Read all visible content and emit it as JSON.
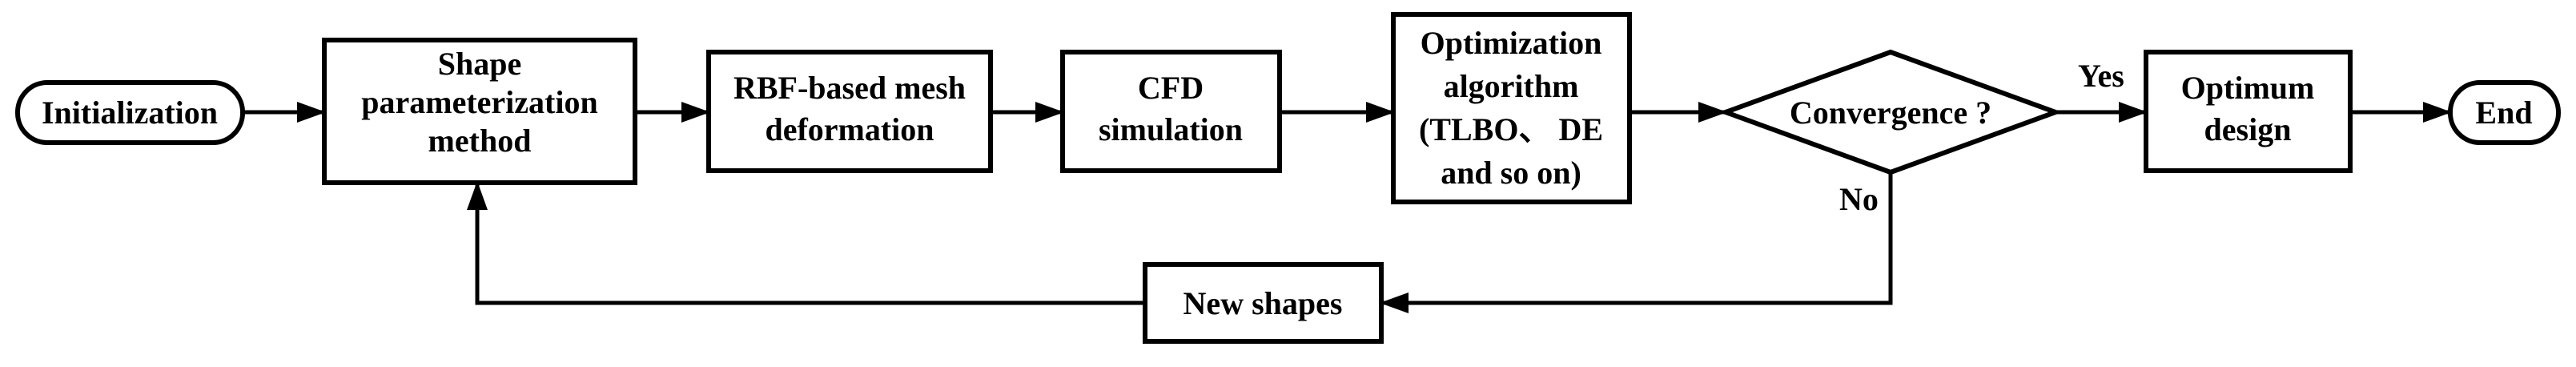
{
  "nodes": {
    "initialization": {
      "lines": [
        "Initialization"
      ]
    },
    "shape_param": {
      "lines": [
        "Shape",
        "parameterization",
        "method"
      ]
    },
    "rbf": {
      "lines": [
        "RBF-based mesh",
        "deformation"
      ]
    },
    "cfd": {
      "lines": [
        "CFD",
        "simulation"
      ]
    },
    "optimization": {
      "lines": [
        "Optimization",
        "algorithm",
        "(TLBO、 DE",
        "and so on)"
      ]
    },
    "convergence": {
      "lines": [
        "Convergence ?"
      ]
    },
    "optimum": {
      "lines": [
        "Optimum",
        "design"
      ]
    },
    "end": {
      "lines": [
        "End"
      ]
    },
    "new_shapes": {
      "lines": [
        "New shapes"
      ]
    }
  },
  "edge_labels": {
    "yes": "Yes",
    "no": "No"
  }
}
